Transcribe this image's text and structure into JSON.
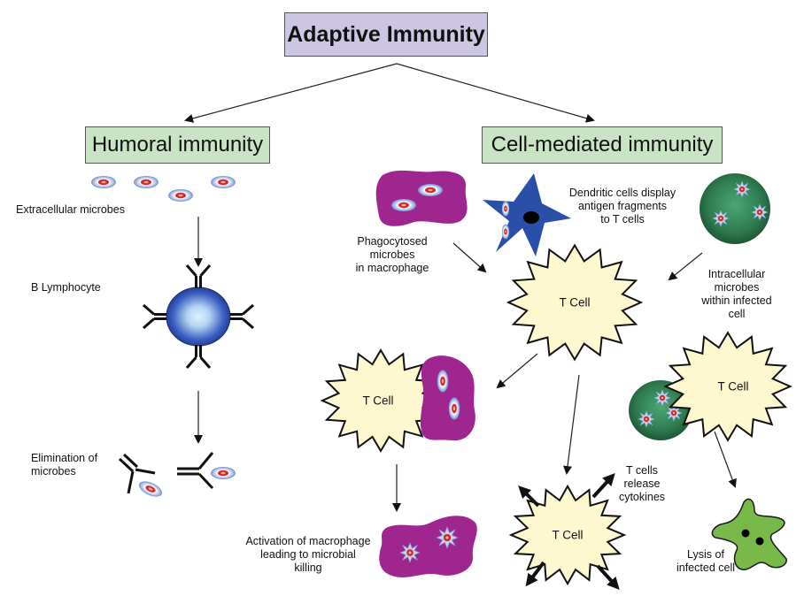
{
  "title": "Adaptive Immunity",
  "branches": {
    "humoral": "Humoral immunity",
    "cell_mediated": "Cell-mediated immunity"
  },
  "humoral_labels": {
    "extracellular": "Extracellular microbes",
    "b_lymphocyte": "B Lymphocyte",
    "elimination_line1": "Elimination of",
    "elimination_line2": "microbes"
  },
  "cell_labels": {
    "phagocytosed_1": "Phagocytosed",
    "phagocytosed_2": "microbes",
    "phagocytosed_3": "in macrophage",
    "dendritic_1": "Dendritic cells display",
    "dendritic_2": "antigen fragments",
    "dendritic_3": "to T cells",
    "intracellular_1": "Intracellular",
    "intracellular_2": "microbes",
    "intracellular_3": "within infected",
    "intracellular_4": "cell",
    "activation_1": "Activation of macrophage",
    "activation_2": "leading to microbial",
    "activation_3": "killing",
    "cytokines_1": "T cells",
    "cytokines_2": "release",
    "cytokines_3": "cytokines",
    "lysis_1": "Lysis of",
    "lysis_2": "infected cell"
  },
  "t_cell_label": "T Cell",
  "colors": {
    "title_bg": "#ccc6e2",
    "branch_bg": "#c9e4c4",
    "t_cell_fill": "#fdf8d0",
    "macrophage": "#a0268f",
    "dendritic": "#2a4fa8",
    "infected_cell": "#2f7a4e",
    "lysed_cell": "#79b94a",
    "b_cell": "#3a5cc0"
  }
}
